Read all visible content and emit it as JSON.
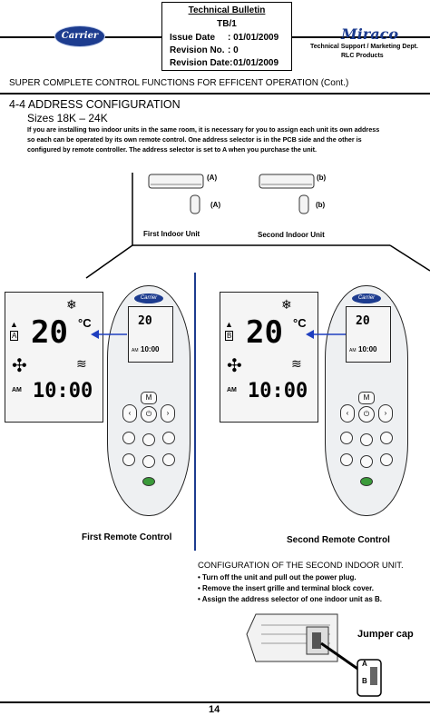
{
  "header": {
    "bulletin_title": "Technical Bulletin",
    "bulletin_no": "TB/1",
    "issue_label": "Issue Date",
    "issue_value": ": 01/01/2009",
    "revision_no_label": "Revision No.",
    "revision_no_value": ": 0",
    "revision_date_label": "Revision Date:",
    "revision_date_value": "01/01/2009",
    "left_logo": "Carrier",
    "right_logo": "Miraco",
    "dept_line1": "Technical Support / Marketing Dept.",
    "dept_line2": "RLC Products"
  },
  "section_title": "SUPER COMPLETE CONTROL FUNCTIONS FOR EFFICENT OPERATION (Cont.)",
  "subsection": {
    "title": "4-4 ADDRESS CONFIGURATION",
    "sizes": "Sizes 18K – 24K",
    "body_line1": "If you are installing two indoor units in the same room, it is necessary for you to assign each unit its own address",
    "body_line2": "so each can be operated by its own remote control. One address selector is in the PCB side and the other is",
    "body_line3": "configured by remote controller. The address selector is set to A when you purchase the unit."
  },
  "room_diagram": {
    "unit_a_label": "(A)",
    "unit_b_label": "(b)",
    "remote_a_label": "(A)",
    "remote_b_label": "(b)",
    "first_unit_caption": "First Indoor Unit",
    "second_unit_caption": "Second Indoor Unit"
  },
  "remotes": {
    "left": {
      "address_letter": "A",
      "temperature": "20",
      "temp_unit": "°C",
      "mode_prefix": "AM",
      "time": "10:00",
      "brand": "Carrier",
      "mini_temp": "20",
      "mini_time": "10:00",
      "mini_am": "AM",
      "button_mode": "M",
      "caption": "First Remote Control"
    },
    "right": {
      "address_letter": "B",
      "temperature": "20",
      "temp_unit": "°C",
      "mode_prefix": "AM",
      "time": "10:00",
      "brand": "Carrier",
      "mini_temp": "20",
      "mini_time": "10:00",
      "mini_am": "AM",
      "button_mode": "M",
      "caption": "Second Remote Control"
    }
  },
  "config": {
    "title": "CONFIGURATION OF THE SECOND INDOOR UNIT.",
    "steps": [
      "Turn off the unit and pull out the power plug.",
      "Remove the insert grille and terminal block cover.",
      "Assign the address selector of one indoor unit as B."
    ],
    "jumper_label": "Jumper cap",
    "jumper_b": "B",
    "jumper_a": "A"
  },
  "page_number": "14",
  "colors": {
    "accent_blue": "#1d3c8f",
    "arrow_blue": "#1f3fbf"
  }
}
